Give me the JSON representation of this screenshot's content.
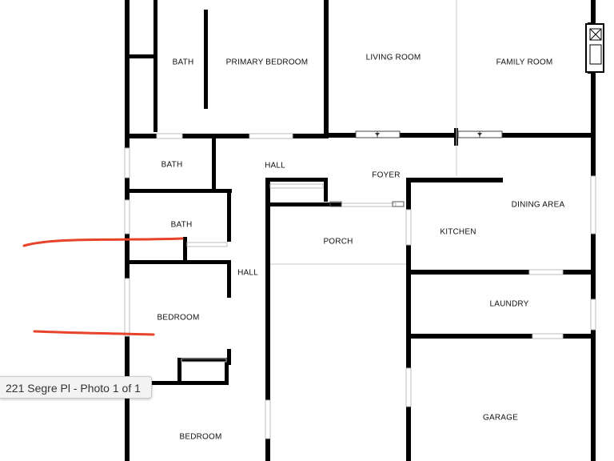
{
  "rooms": {
    "bath_1": "BATH",
    "primary_bedroom": "PRIMARY BEDROOM",
    "living_room": "LIVING ROOM",
    "family_room": "FAMILY ROOM",
    "bath_2": "BATH",
    "hall_1": "HALL",
    "foyer": "FOYER",
    "dining_area": "DINING AREA",
    "bath_3": "BATH",
    "kitchen": "KITCHEN",
    "porch": "PORCH",
    "hall_2": "HALL",
    "laundry": "LAUNDRY",
    "bedroom_1": "BEDROOM",
    "garage": "GARAGE",
    "bedroom_2": "BEDROOM"
  },
  "caption": "221 Segre Pl - Photo 1 of 1",
  "colors": {
    "wall": "#000000",
    "annotation": "#e8432a",
    "window": "#bcbcbc"
  }
}
